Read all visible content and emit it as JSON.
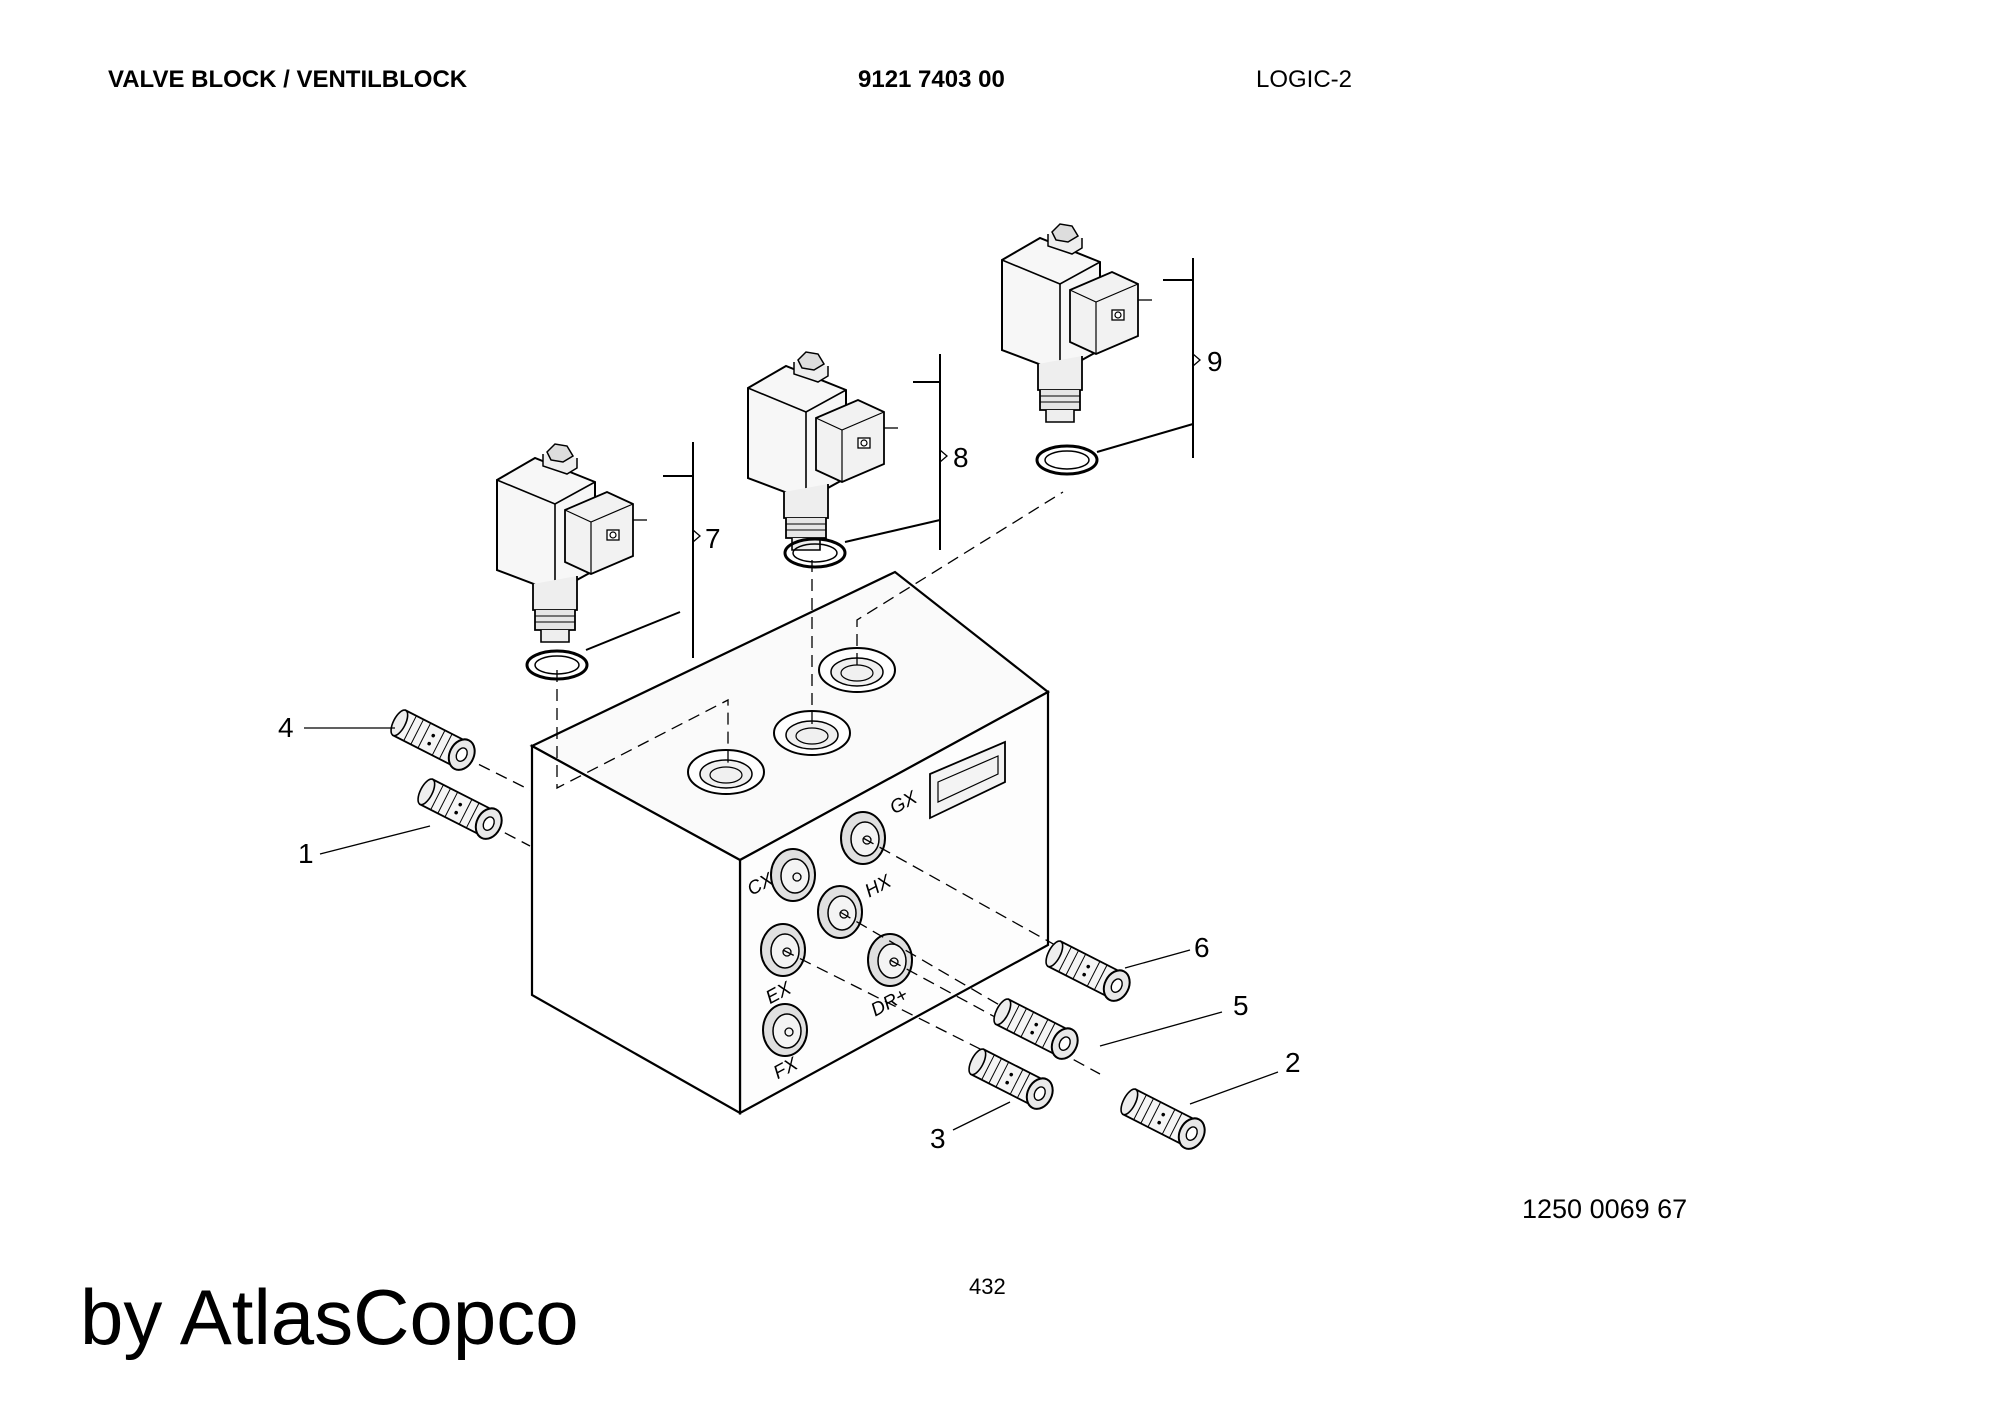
{
  "header": {
    "title": "VALVE BLOCK / VENTILBLOCK",
    "part_number": "9121 7403 00",
    "model": "LOGIC-2"
  },
  "callouts": {
    "c1": "1",
    "c2": "2",
    "c3": "3",
    "c4": "4",
    "c5": "5",
    "c6": "6",
    "c7": "7",
    "c8": "8",
    "c9": "9"
  },
  "ports": {
    "cx": "CX",
    "gx": "GX",
    "hx": "HX",
    "ex": "EX",
    "fx": "FX",
    "dr": "DR+"
  },
  "footer": {
    "drawing_ref": "1250 0069 67",
    "page_number": "432",
    "brand": "by AtlasCopco"
  }
}
